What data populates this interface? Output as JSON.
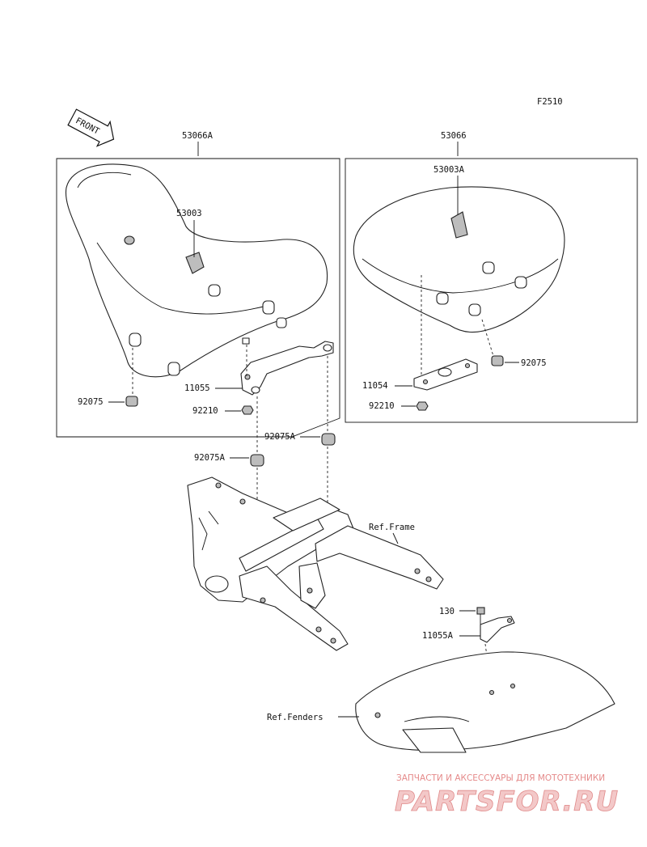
{
  "diagram_code": "F2510",
  "front_label": "FRONT",
  "groups": [
    {
      "id": "53066A",
      "label": "53066A"
    },
    {
      "id": "53066",
      "label": "53066"
    }
  ],
  "part_labels": {
    "p53003": "53003",
    "p53003A": "53003A",
    "p92075_left": "92075",
    "p92075_right": "92075",
    "p11055": "11055",
    "p11054": "11054",
    "p92210_left": "92210",
    "p92210_right": "92210",
    "p92075A_a": "92075A",
    "p92075A_b": "92075A",
    "p130": "130",
    "p11055A": "11055A"
  },
  "ref_labels": {
    "frame": "Ref.Frame",
    "fenders": "Ref.Fenders"
  },
  "watermark": {
    "tagline": "ЗАПЧАСТИ И АКСЕССУАРЫ ДЛЯ МОТОТЕХНИКИ",
    "logo": "PARTSFOR.RU"
  }
}
